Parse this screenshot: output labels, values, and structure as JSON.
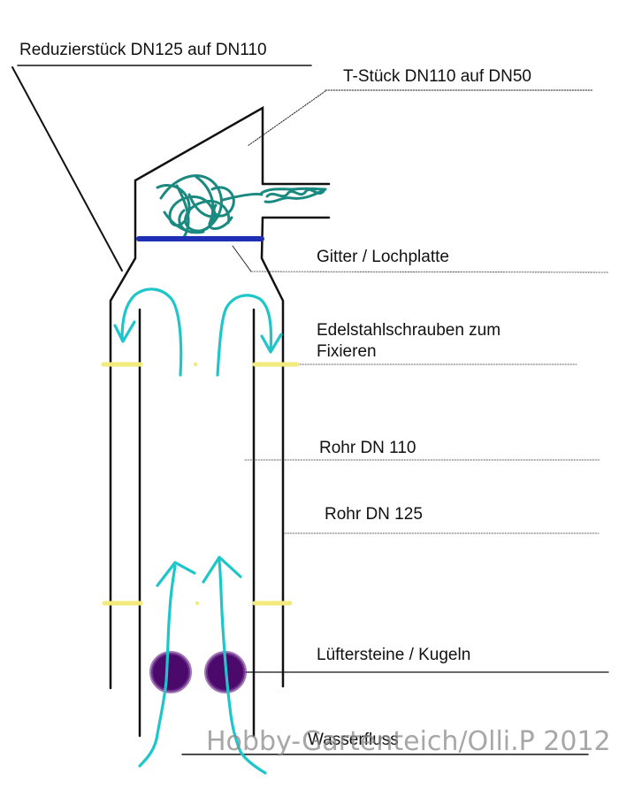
{
  "labels": {
    "reducer": "Reduzierstück DN125 auf DN110",
    "tee": "T-Stück DN110 auf DN50",
    "grid": "Gitter / Lochplatte",
    "screws_line1": "Edelstahlschrauben zum",
    "screws_line2": "Fixieren",
    "pipe110": "Rohr DN 110",
    "pipe125": "Rohr DN 125",
    "stones": "Lüftersteine / Kugeln",
    "waterflow": "Wasserfluss"
  },
  "watermark": "Hobby-Gartenteich/Olli.P 2012",
  "colors": {
    "outline": "#111111",
    "flow_arrow": "#1fc6c9",
    "filter_media": "#1a8a80",
    "grid_plate": "#1f2fb5",
    "screw": "#f2ea7a",
    "stone": "#4b0a6b"
  }
}
